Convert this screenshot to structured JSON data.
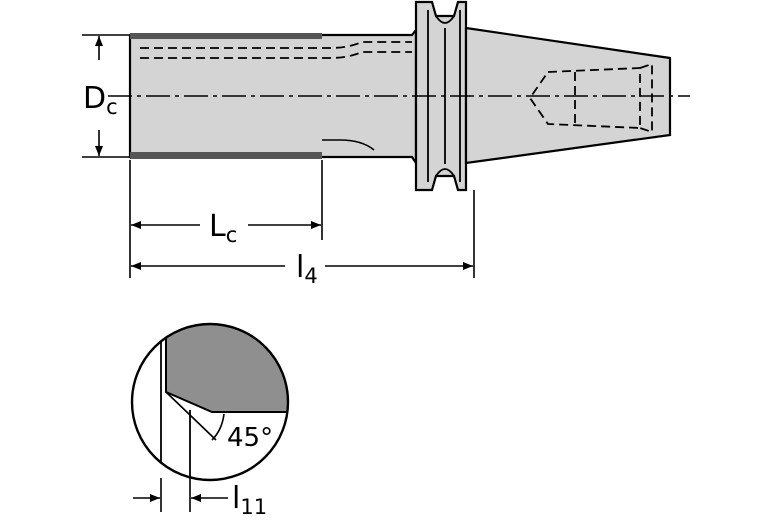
{
  "main_view": {
    "dims": {
      "dc": {
        "main": "D",
        "sub": "c"
      },
      "lc": {
        "main": "L",
        "sub": "c"
      },
      "l4": {
        "main": "l",
        "sub": "4"
      }
    }
  },
  "detail_view": {
    "angle_label": "45°",
    "dims": {
      "l11": {
        "main": "l",
        "sub": "11"
      }
    }
  },
  "colors": {
    "body_fill": "#d4d4d4",
    "section_fill": "#8f8f8f",
    "line": "#000000"
  }
}
